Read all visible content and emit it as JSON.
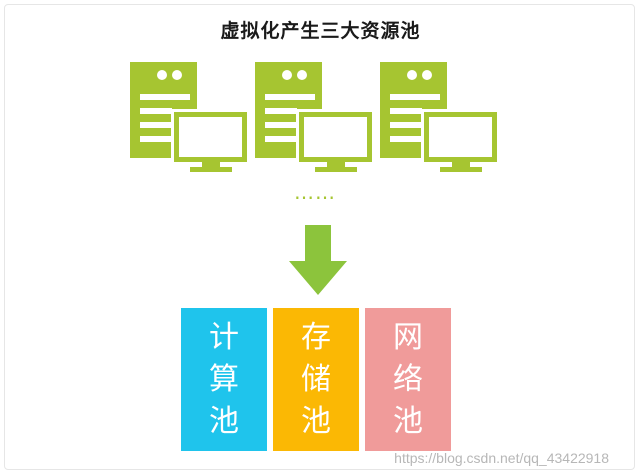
{
  "title": "虚拟化产生三大资源池",
  "ellipsis": "……",
  "pools": [
    {
      "chars": [
        "计",
        "算",
        "池"
      ],
      "color": "#1fc4ec"
    },
    {
      "chars": [
        "存",
        "储",
        "池"
      ],
      "color": "#fbb804"
    },
    {
      "chars": [
        "网",
        "络",
        "池"
      ],
      "color": "#f09b9a"
    }
  ],
  "colors": {
    "green": "#a6c531",
    "arrow": "#8cc43c"
  },
  "icons": [
    "server-computer-icon",
    "server-computer-icon",
    "server-computer-icon",
    "down-arrow-icon"
  ],
  "watermark": "https://blog.csdn.net/qq_43422918"
}
